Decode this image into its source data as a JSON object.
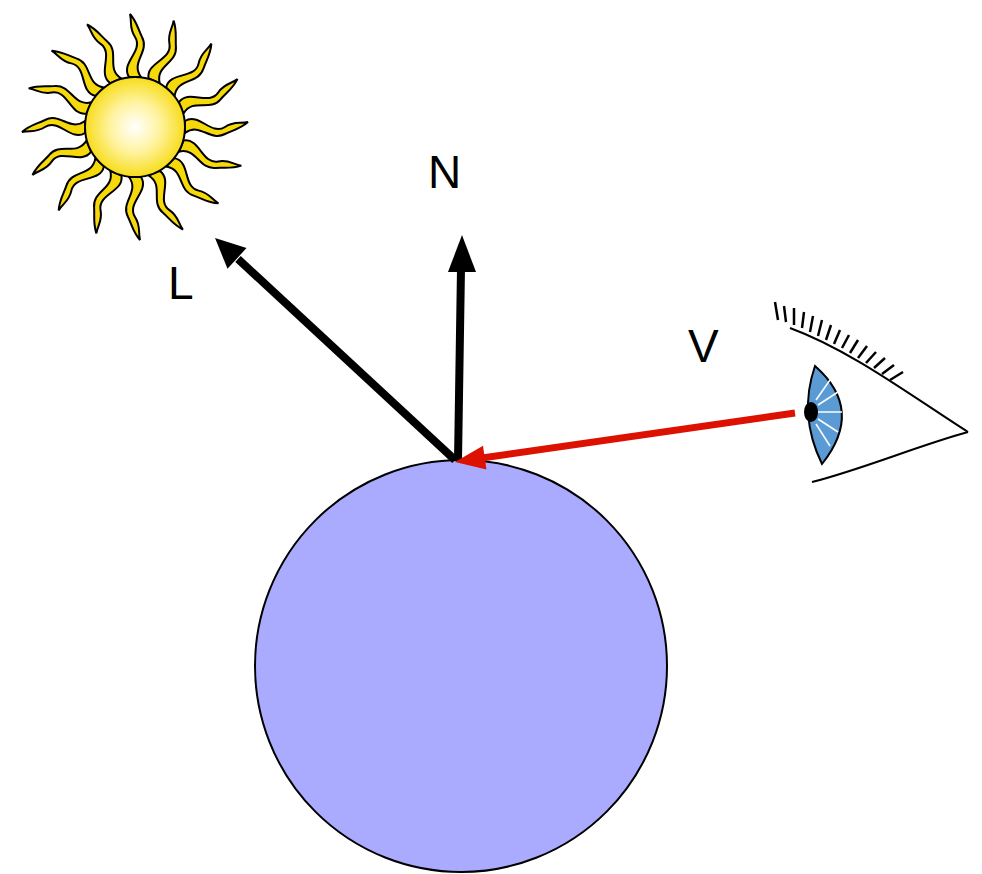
{
  "diagram": {
    "labels": [
      "N",
      "L",
      "V"
    ]
  }
}
